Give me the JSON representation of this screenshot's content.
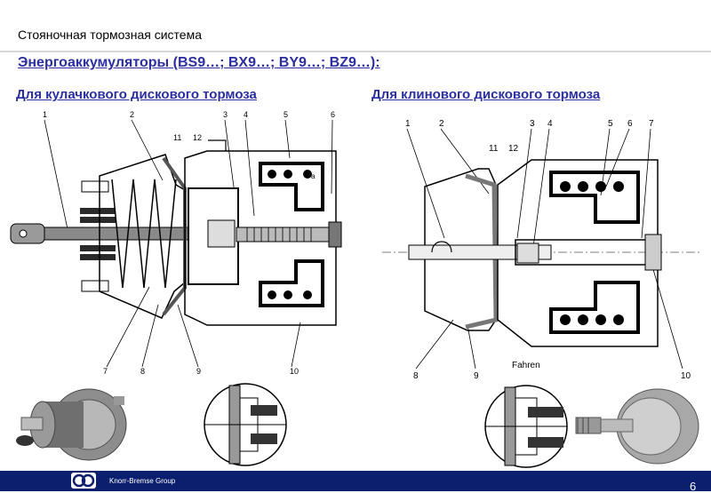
{
  "header": {
    "title": "Стояночная тормозная система",
    "subtitle": "Энергоаккумуляторы (BS9…; BX9…; BY9…; BZ9…):"
  },
  "left_column": {
    "title": "Для кулачкового дискового тормоза",
    "callouts": [
      "1",
      "2",
      "3",
      "4",
      "5",
      "6",
      "11",
      "12",
      "7",
      "8",
      "9",
      "10"
    ],
    "marker_a": "a"
  },
  "right_column": {
    "title": "Для клинового дискового тормоза",
    "callouts": [
      "1",
      "2",
      "11",
      "12",
      "3",
      "4",
      "5",
      "6",
      "7",
      "8",
      "9",
      "10"
    ],
    "fahren_label": "Fahren"
  },
  "footer": {
    "company": "Knorr-Bremse Group",
    "page": "6"
  }
}
